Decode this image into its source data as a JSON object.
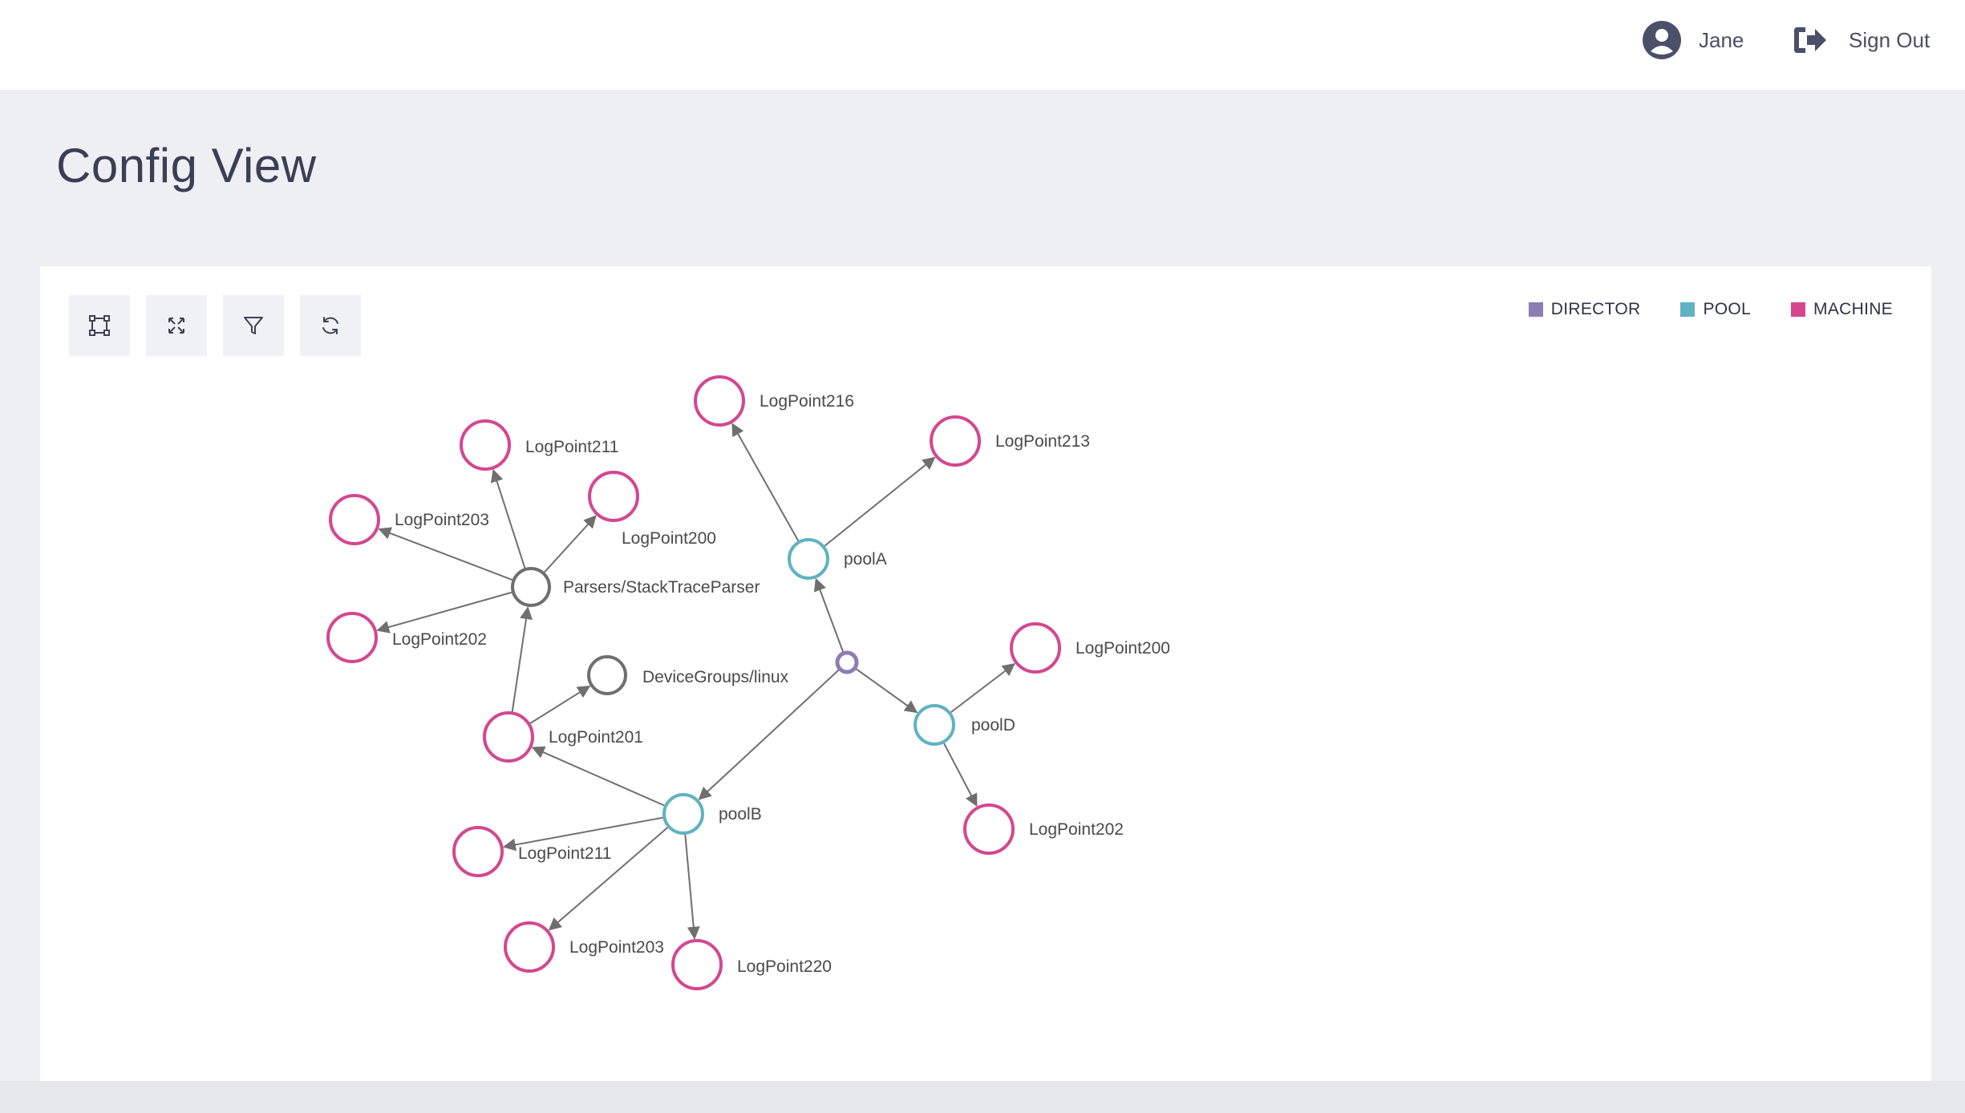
{
  "header": {
    "user_name": "Jane",
    "sign_out_label": "Sign Out",
    "user_icon": "user-circle-icon",
    "sign_out_icon": "sign-out-icon"
  },
  "page": {
    "title": "Config View"
  },
  "toolbar": {
    "buttons": [
      {
        "name": "fit-view-button",
        "icon": "frame-icon"
      },
      {
        "name": "expand-button",
        "icon": "expand-arrows-icon"
      },
      {
        "name": "filter-button",
        "icon": "filter-icon"
      },
      {
        "name": "refresh-button",
        "icon": "refresh-icon"
      }
    ]
  },
  "legend": {
    "items": [
      {
        "label": "DIRECTOR",
        "color": "#8e7cb5"
      },
      {
        "label": "POOL",
        "color": "#5fb3c2"
      },
      {
        "label": "MACHINE",
        "color": "#d4478f"
      }
    ]
  },
  "colors": {
    "director": "#8e7cb5",
    "pool": "#5fb3c2",
    "machine": "#d4478f",
    "other": "#6f6f6f",
    "edge": "#6f6f6f"
  },
  "graph": {
    "nodes": [
      {
        "id": "director",
        "type": "director",
        "label": ""
      },
      {
        "id": "poolA",
        "type": "pool",
        "label": "poolA"
      },
      {
        "id": "poolB",
        "type": "pool",
        "label": "poolB"
      },
      {
        "id": "poolD",
        "type": "pool",
        "label": "poolD"
      },
      {
        "id": "stp",
        "type": "other",
        "label": "Parsers/StackTraceParser"
      },
      {
        "id": "dgl",
        "type": "other",
        "label": "DeviceGroups/linux"
      },
      {
        "id": "lp216",
        "type": "machine",
        "label": "LogPoint216"
      },
      {
        "id": "lp213",
        "type": "machine",
        "label": "LogPoint213"
      },
      {
        "id": "lp200d",
        "type": "machine",
        "label": "LogPoint200"
      },
      {
        "id": "lp202d",
        "type": "machine",
        "label": "LogPoint202"
      },
      {
        "id": "lp201",
        "type": "machine",
        "label": "LogPoint201"
      },
      {
        "id": "lp211b",
        "type": "machine",
        "label": "LogPoint211"
      },
      {
        "id": "lp203b",
        "type": "machine",
        "label": "LogPoint203"
      },
      {
        "id": "lp220",
        "type": "machine",
        "label": "LogPoint220"
      },
      {
        "id": "lp211s",
        "type": "machine",
        "label": "LogPoint211"
      },
      {
        "id": "lp203s",
        "type": "machine",
        "label": "LogPoint203"
      },
      {
        "id": "lp200s",
        "type": "machine",
        "label": "LogPoint200"
      },
      {
        "id": "lp202s",
        "type": "machine",
        "label": "LogPoint202"
      }
    ],
    "edges": [
      [
        "director",
        "poolA"
      ],
      [
        "director",
        "poolD"
      ],
      [
        "director",
        "poolB"
      ],
      [
        "poolA",
        "lp216"
      ],
      [
        "poolA",
        "lp213"
      ],
      [
        "poolD",
        "lp200d"
      ],
      [
        "poolD",
        "lp202d"
      ],
      [
        "poolB",
        "lp201"
      ],
      [
        "poolB",
        "lp211b"
      ],
      [
        "poolB",
        "lp203b"
      ],
      [
        "poolB",
        "lp220"
      ],
      [
        "lp201",
        "stp"
      ],
      [
        "lp201",
        "dgl"
      ],
      [
        "stp",
        "lp211s"
      ],
      [
        "stp",
        "lp203s"
      ],
      [
        "stp",
        "lp200s"
      ],
      [
        "stp",
        "lp202s"
      ]
    ]
  }
}
